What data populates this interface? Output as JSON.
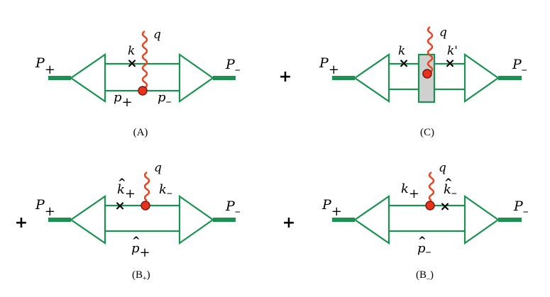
{
  "colors": {
    "line": "#1a9150",
    "photon": "#e8431e",
    "vertex_fill": "#e8321e",
    "vertex_stroke": "#7a1a10",
    "blob_fill": "#d0d0d0",
    "text": "#000000"
  },
  "diagrams": {
    "A": {
      "caption": "(A)",
      "P_in": "P",
      "P_in_sub": "+",
      "P_out": "P",
      "P_out_sub": "–",
      "k": "k",
      "q": "q",
      "p_plus": "p",
      "p_plus_sub": "+",
      "p_minus": "p",
      "p_minus_sub": "–",
      "cross": "×"
    },
    "C": {
      "plus_sign": "+",
      "caption": "(C)",
      "P_in": "P",
      "P_in_sub": "+",
      "P_out": "P",
      "P_out_sub": "–",
      "k": "k",
      "k_prime": "k'",
      "q": "q"
    },
    "Bp": {
      "plus_sign": "+",
      "caption_main": "(B",
      "caption_sub": "+",
      "caption_close": ")",
      "P_in": "P",
      "P_in_sub": "+",
      "P_out": "P",
      "P_out_sub": "–",
      "khat": "k",
      "khat_sub": "+",
      "k_minus": "k",
      "k_minus_sub": "–",
      "q": "q",
      "phat": "p",
      "phat_sub": "+",
      "hat": "^"
    },
    "Bm": {
      "plus_sign": "+",
      "caption_main": "(B",
      "caption_sub": "–",
      "caption_close": ")",
      "P_in": "P",
      "P_in_sub": "+",
      "P_out": "P",
      "P_out_sub": "–",
      "k_plus": "k",
      "k_plus_sub": "+",
      "khat": "k",
      "khat_sub": "–",
      "q": "q",
      "phat": "p",
      "phat_sub": "–",
      "hat": "^"
    }
  }
}
